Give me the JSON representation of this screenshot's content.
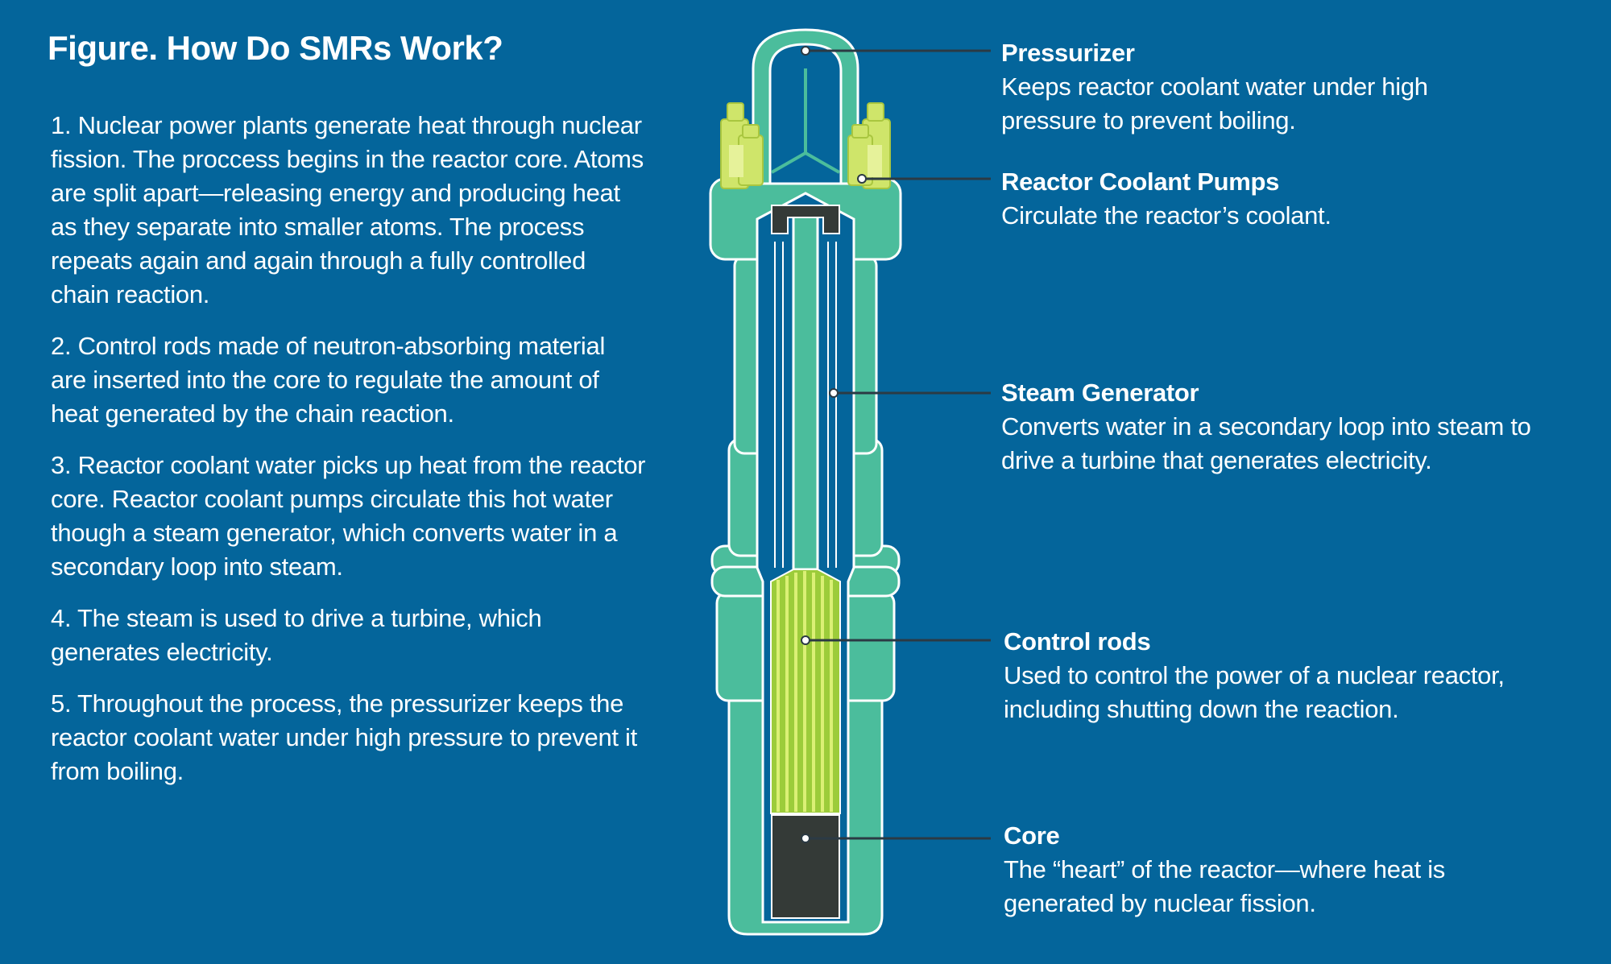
{
  "title": "Figure. How Do SMRs Work?",
  "steps": [
    "1. Nuclear power plants generate heat through nuclear fission. The proccess begins in the reactor core. Atoms are split apart—releasing energy and producing heat as they separate into smaller atoms. The process repeats again and again through a fully controlled chain reaction.",
    "2. Control rods made of neutron-absorbing material are inserted into the core to regulate the amount of heat generated by the chain reaction.",
    "3. Reactor coolant water picks up heat from the reactor core. Reactor coolant pumps circulate this hot water though a steam generator, which converts water in a secondary loop into steam.",
    "4. The steam is used to drive a turbine, which generates electricity.",
    "5. Throughout the process, the pressurizer keeps the reactor coolant water under high pressure to prevent it from boiling."
  ],
  "callouts": [
    {
      "title": "Pressurizer",
      "desc": "Keeps reactor coolant water under high pressure to prevent boiling."
    },
    {
      "title": "Reactor Coolant Pumps",
      "desc": "Circulate the reactor’s coolant."
    },
    {
      "title": "Steam Generator",
      "desc": "Converts water in a secondary loop into steam to drive a turbine that generates electricity."
    },
    {
      "title": "Control rods",
      "desc": "Used to control the power of a nuclear reactor, including shutting down the reaction."
    },
    {
      "title": "Core",
      "desc": "The “heart” of the reactor—where heat is generated by nuclear fission."
    }
  ],
  "colors": {
    "background": "#04659b",
    "vessel": "#4bbd9c",
    "pump_yellow": "#cfe56a",
    "rod_stripe": "#9ccc3a",
    "core_dark": "#343a37",
    "outline": "#ffffff"
  }
}
